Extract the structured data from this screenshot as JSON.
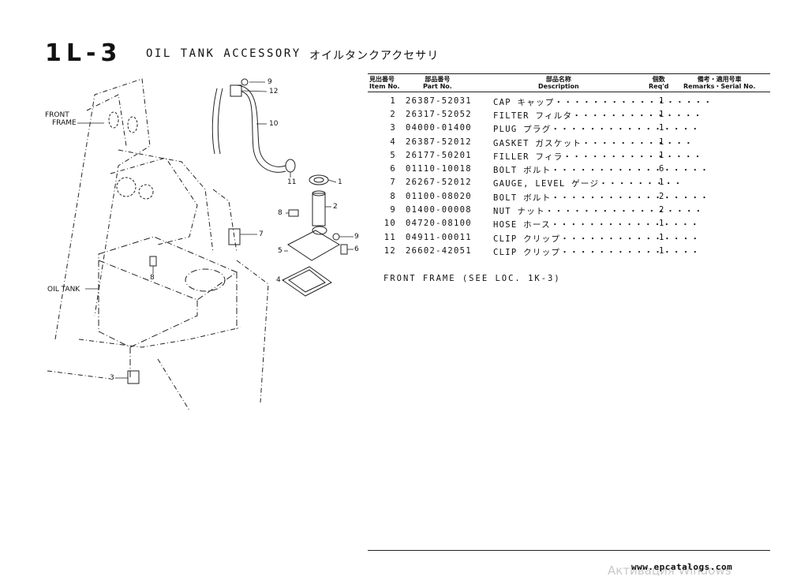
{
  "header": {
    "page_code": "1L-3",
    "title": "OIL TANK ACCESSORY",
    "title_jp": "オイルタンクアクセサリ"
  },
  "diagram_labels": {
    "front_frame_1": "FRONT",
    "front_frame_2": "FRAME",
    "oil_tank": "OIL TANK",
    "callouts": [
      "9",
      "12",
      "10",
      "11",
      "1",
      "2",
      "8",
      "7",
      "9",
      "5",
      "6",
      "4",
      "8",
      "3"
    ]
  },
  "table": {
    "columns": {
      "item_jp": "見出番号",
      "item_en": "Item No.",
      "part_jp": "部品番号",
      "part_en": "Part No.",
      "desc_jp": "部品名称",
      "desc_en": "Description",
      "qty_jp": "個数",
      "qty_en": "Req'd",
      "remarks_jp": "備考・適用号車",
      "remarks_en": "Remarks・Serial No."
    },
    "rows": [
      {
        "no": "1",
        "part": "26387-52031",
        "desc": "CAP キャップ・・・・・・・・・・・・・・・・・",
        "qty": "1"
      },
      {
        "no": "2",
        "part": "26317-52052",
        "desc": "FILTER フィルタ・・・・・・・・・・・・・・",
        "qty": "1"
      },
      {
        "no": "3",
        "part": "04000-01400",
        "desc": "PLUG プラグ・・・・・・・・・・・・・・・・",
        "qty": "1"
      },
      {
        "no": "4",
        "part": "26387-52012",
        "desc": "GASKET ガスケット・・・・・・・・・・・・",
        "qty": "1"
      },
      {
        "no": "5",
        "part": "26177-50201",
        "desc": "FILLER フィラ・・・・・・・・・・・・・・・",
        "qty": "1"
      },
      {
        "no": "6",
        "part": "01110-10018",
        "desc": "BOLT ボルト・・・・・・・・・・・・・・・・・",
        "qty": "6"
      },
      {
        "no": "7",
        "part": "26267-52012",
        "desc": "GAUGE, LEVEL ゲージ・・・・・・・・・",
        "qty": "1"
      },
      {
        "no": "8",
        "part": "01100-08020",
        "desc": "BOLT ボルト・・・・・・・・・・・・・・・・・",
        "qty": "2"
      },
      {
        "no": "9",
        "part": "01400-00008",
        "desc": "NUT ナット・・・・・・・・・・・・・・・・・",
        "qty": "2"
      },
      {
        "no": "10",
        "part": "04720-08100",
        "desc": "HOSE ホース・・・・・・・・・・・・・・・・",
        "qty": "1"
      },
      {
        "no": "11",
        "part": "04911-00011",
        "desc": "CLIP クリップ・・・・・・・・・・・・・・・",
        "qty": "1"
      },
      {
        "no": "12",
        "part": "26602-42051",
        "desc": "CLIP クリップ・・・・・・・・・・・・・・・",
        "qty": "1"
      }
    ]
  },
  "note": "FRONT FRAME (SEE LOC. 1K-3)",
  "footer": {
    "site": "www.epcatalogs.com",
    "watermark": "Активация Windows"
  }
}
